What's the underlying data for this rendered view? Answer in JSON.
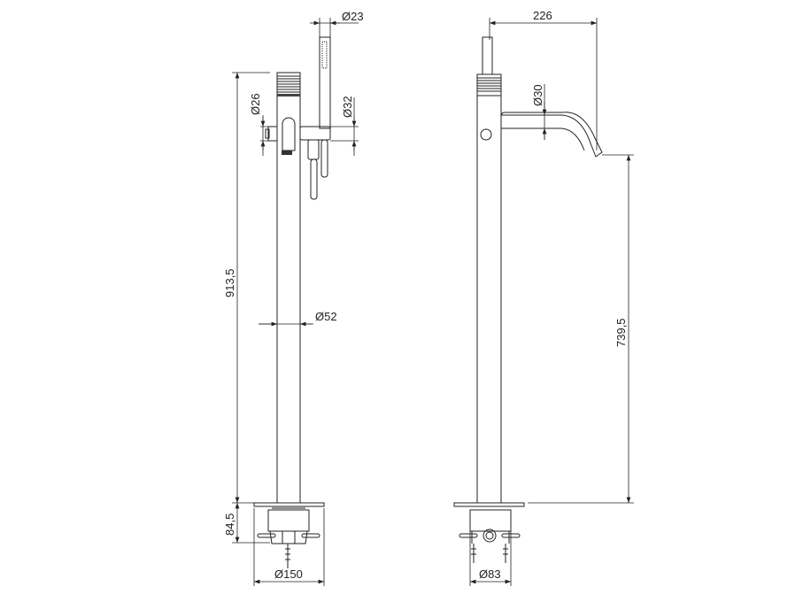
{
  "front_view": {
    "dims": {
      "handshower_dia": "Ø23",
      "outlet_dia": "Ø26",
      "bracket_dia": "Ø32",
      "total_height": "913,5",
      "column_dia": "Ø52",
      "base_height": "84,5",
      "plate_dia": "Ø150"
    }
  },
  "side_view": {
    "dims": {
      "spout_reach": "226",
      "spout_dia": "Ø30",
      "spout_height": "739,5",
      "box_dia": "Ø83"
    }
  },
  "colors": {
    "line": "#222222",
    "background": "#ffffff"
  }
}
